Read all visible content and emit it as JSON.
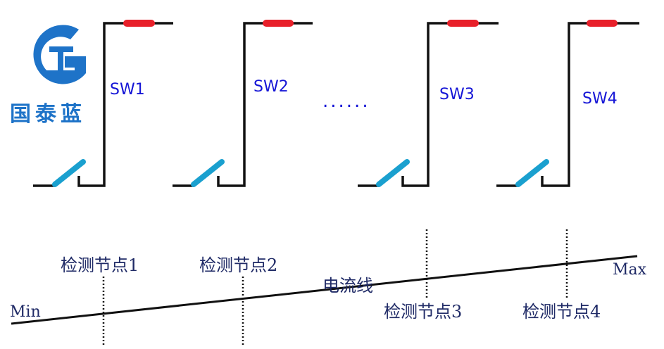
{
  "logo": {
    "text": "国泰蓝",
    "color": "#1e73c8"
  },
  "switches": [
    {
      "label": "SW1"
    },
    {
      "label": "SW2"
    },
    {
      "label": "SW3"
    },
    {
      "label": "SW4"
    }
  ],
  "ellipsis": "......",
  "current_line": {
    "label": "电流线",
    "min_label": "Min",
    "max_label": "Max"
  },
  "nodes": [
    {
      "label": "检测节点1"
    },
    {
      "label": "检测节点2"
    },
    {
      "label": "检测节点3"
    },
    {
      "label": "检测节点4"
    }
  ],
  "colors": {
    "wire": "#111111",
    "fuse": "#e8202a",
    "blade": "#1aa0cf",
    "sw_text": "#1515d6",
    "node_text": "#1f2a66"
  }
}
